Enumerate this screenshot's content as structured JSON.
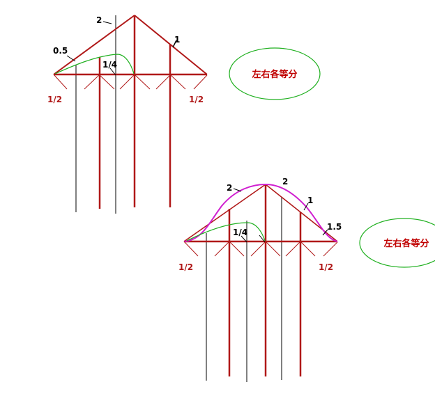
{
  "colors": {
    "construction": "#b01818",
    "thin_line": "#000000",
    "curve_sleeve": "#d020d0",
    "curve_guide": "#20b020",
    "note_text": "#c00000"
  },
  "top_diagram": {
    "label_half_left": "1/2",
    "label_half_right": "1/2",
    "label_2": "2",
    "label_1": "1",
    "label_05": "0.5",
    "label_quarter": "1/4",
    "note": "左右各等分"
  },
  "bottom_diagram": {
    "label_half_left": "1/2",
    "label_half_right": "1/2",
    "label_2_left": "2",
    "label_2_top": "2",
    "label_1": "1",
    "label_15": "1.5",
    "label_quarter": "1/4",
    "note": "左右各等分"
  }
}
